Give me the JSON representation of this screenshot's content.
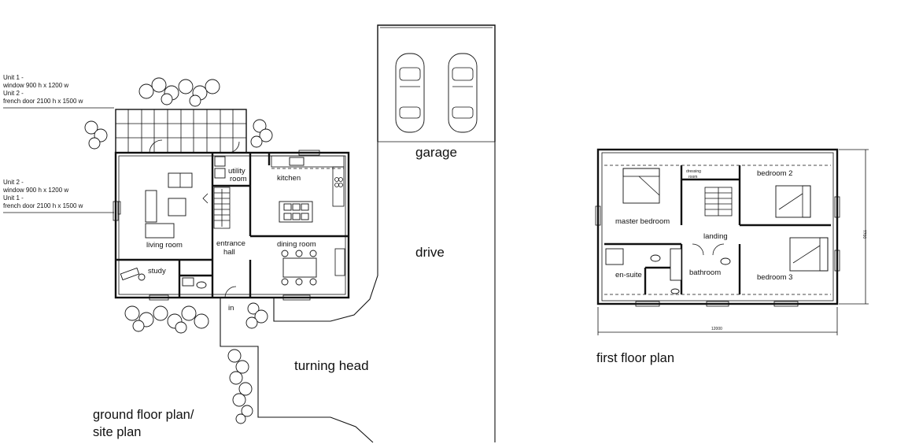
{
  "annotations": {
    "top_note": [
      "Unit 1 -",
      "window 900 h x 1200 w",
      "Unit 2 -",
      "french door 2100 h x 1500 w"
    ],
    "side_note": [
      "Unit 2 -",
      "window 900 h x 1200 w",
      "Unit 1 -",
      "french door 2100 h x 1500 w"
    ]
  },
  "ground_floor": {
    "rooms": {
      "utility": [
        "utility",
        "room"
      ],
      "kitchen": "kitchen",
      "living": "living room",
      "entrance": [
        "entrance",
        "hall"
      ],
      "dining": "dining room",
      "study": "study",
      "in": "in"
    },
    "title": [
      "ground floor plan/",
      "site plan"
    ]
  },
  "site": {
    "garage": "garage",
    "drive": "drive",
    "turning_head": "turning head"
  },
  "first_floor": {
    "rooms": {
      "dressing": [
        "dressing",
        "room"
      ],
      "bedroom2": "bedroom 2",
      "master": "master bedroom",
      "landing": "landing",
      "ensuite": "en-suite",
      "bathroom": "bathroom",
      "bedroom3": "bedroom 3"
    },
    "dim_width": "12000",
    "dim_depth": "7700",
    "title": "first floor plan"
  }
}
